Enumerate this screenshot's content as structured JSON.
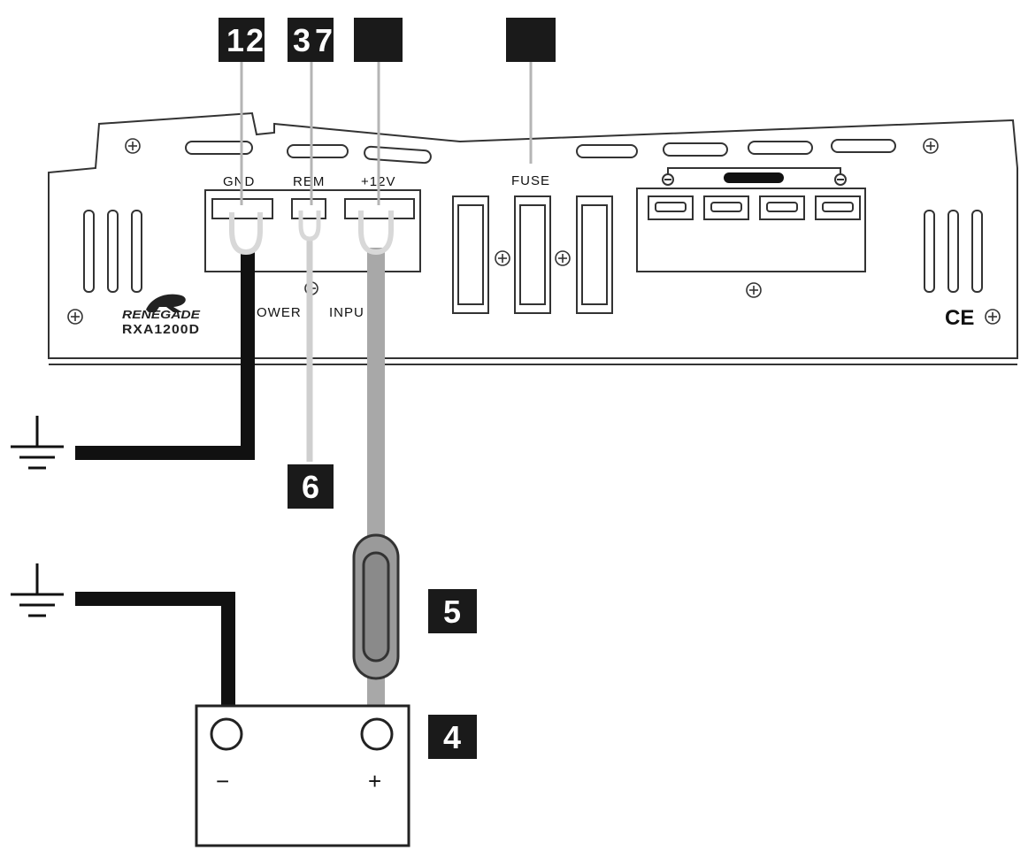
{
  "badges": {
    "b1": "1",
    "b2": "2",
    "b3": "3",
    "b7": "7",
    "b6": "6",
    "b5": "5",
    "b4": "4"
  },
  "amplifier": {
    "brand": "RENEGADE",
    "model": "RXA1200D",
    "terminal_gnd": "GND",
    "terminal_rem": "REM",
    "terminal_12v": "+12V",
    "fuse_label": "FUSE",
    "power_text": "OWER",
    "input_text": "INPU",
    "ce_mark": "CE"
  },
  "battery": {
    "minus_symbol": "−",
    "plus_symbol": "+"
  },
  "colors": {
    "wire_ground": "#111111",
    "wire_remote": "#cfcfcf",
    "wire_power": "#a8a8a8",
    "badge_bg": "#1a1a1a",
    "outline": "#222222"
  }
}
